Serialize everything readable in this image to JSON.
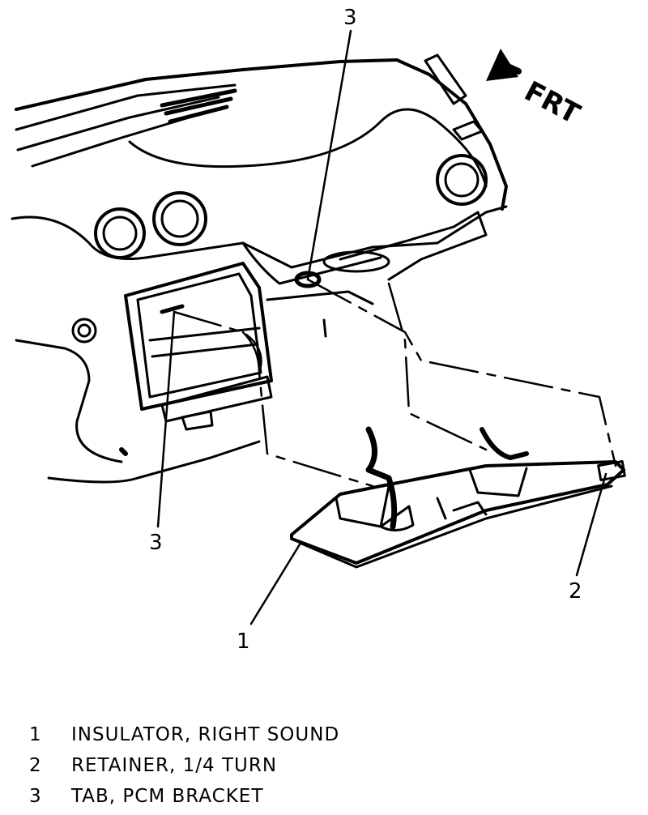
{
  "callouts": [
    "3",
    "3",
    "1",
    "2"
  ],
  "direction": {
    "label": "FRT",
    "icon": "front-arrow-icon"
  },
  "legend": [
    {
      "num": "1",
      "text": "INSULATOR, RIGHT SOUND"
    },
    {
      "num": "2",
      "text": "RETAINER, 1/4 TURN"
    },
    {
      "num": "3",
      "text": "TAB, PCM BRACKET"
    }
  ]
}
